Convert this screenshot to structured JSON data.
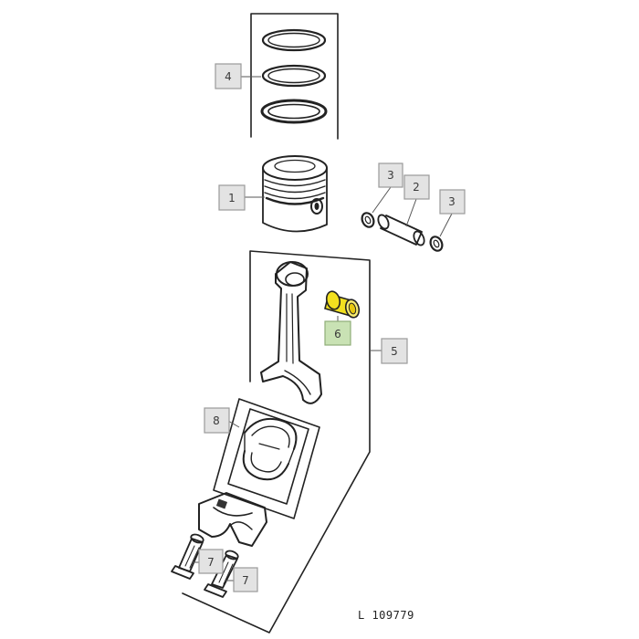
{
  "labels": {
    "piston": "1",
    "piston_pin": "2",
    "snap_ring_left": "3",
    "snap_ring_right": "3",
    "piston_rings": "4",
    "connecting_rod": "5",
    "pin_bushing": "6",
    "rod_bolt_left": "7",
    "rod_bolt_right": "7",
    "rod_bearing": "8"
  },
  "drawing_number": "L 109779",
  "colors": {
    "highlight_part": "#f2e01f",
    "highlight_label": "#c9e2b4",
    "label_box": "#e3e3e3"
  }
}
